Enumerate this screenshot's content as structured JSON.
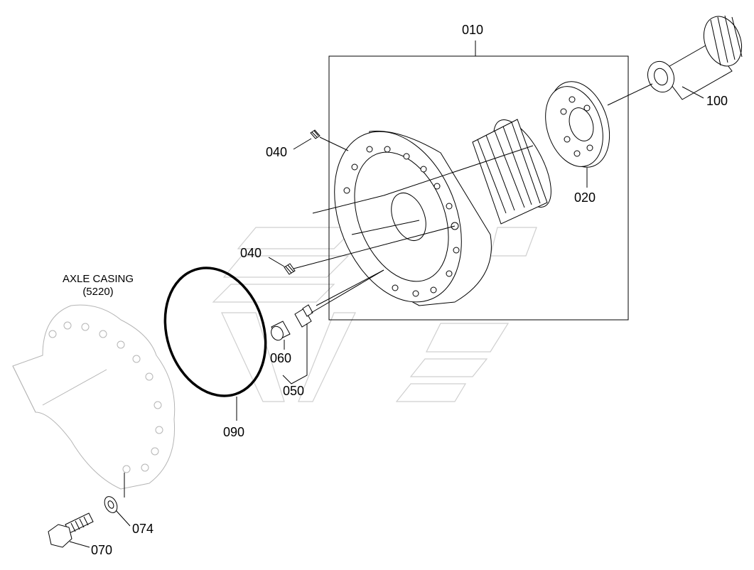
{
  "labels": {
    "p010": "010",
    "p020": "020",
    "p040a": "040",
    "p040b": "040",
    "p050": "050",
    "p060": "060",
    "p070": "070",
    "p074": "074",
    "p090": "090",
    "p100": "100"
  },
  "axle_casing": {
    "title": "AXLE CASING",
    "ref": "(5220)"
  }
}
